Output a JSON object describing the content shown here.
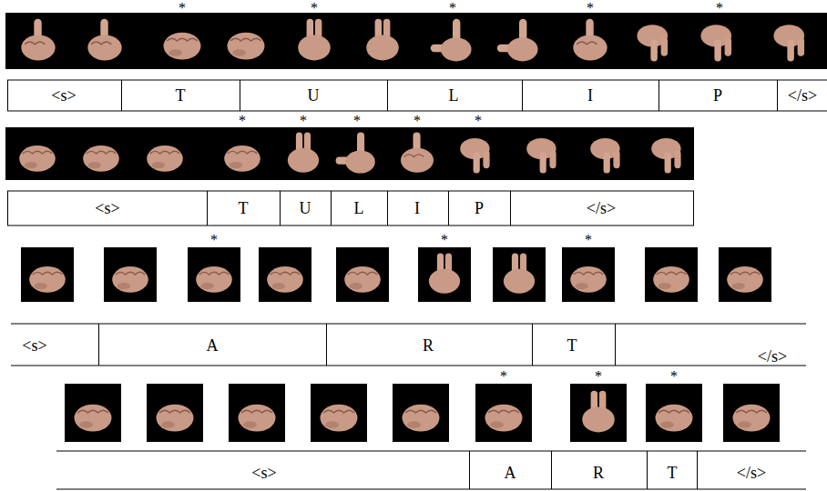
{
  "diagram": {
    "labels": [
      "*",
      "*",
      "*",
      "*",
      "*",
      "<s>",
      "T",
      "U",
      "L",
      "I",
      "P",
      "</s>",
      "*",
      "*",
      "*",
      "*",
      "*",
      "<s>",
      "T",
      "U",
      "L",
      "I",
      "P",
      "</s>",
      "*",
      "*",
      "*",
      "<s>",
      "A",
      "R",
      "T",
      "</s>",
      "*",
      "*",
      "*",
      "<s>",
      "A",
      "R",
      "T",
      "</s>"
    ]
  }
}
